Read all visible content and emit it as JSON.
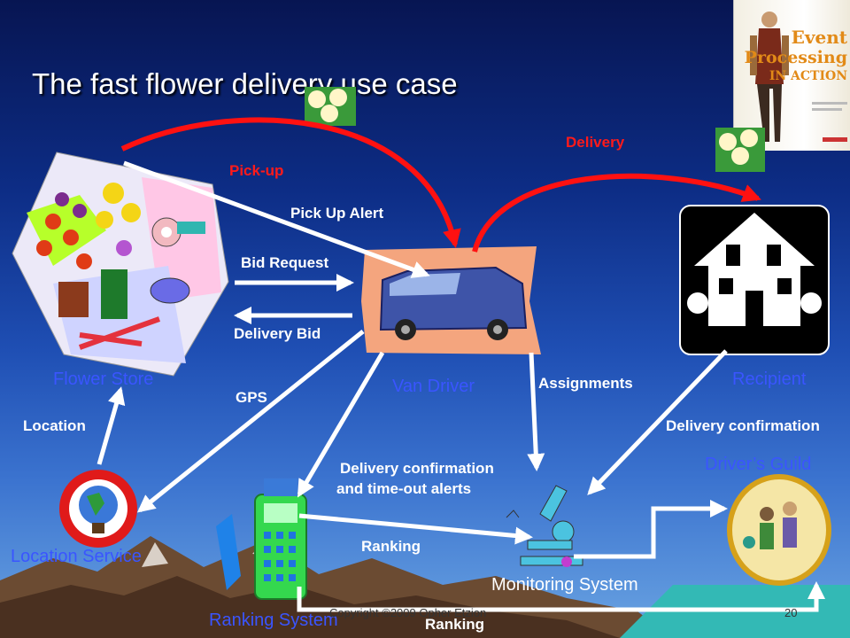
{
  "title": "The fast flower delivery use case",
  "book": {
    "line1": "Event",
    "line2": "Processing",
    "line3": "IN ACTION"
  },
  "entities": {
    "flower_store": "Flower Store",
    "van_driver": "Van Driver",
    "recipient": "Recipient",
    "location_service": "Location Service",
    "ranking_system": "Ranking System",
    "monitoring_system": "Monitoring System",
    "drivers_guild": "Driver’s Guild"
  },
  "flows": {
    "pickup": "Pick-up",
    "delivery": "Delivery",
    "pickup_alert": "Pick Up Alert",
    "bid_request": "Bid Request",
    "delivery_bid": "Delivery Bid",
    "gps": "GPS",
    "assignments": "Assignments",
    "location": "Location",
    "delivery_confirmation": "Delivery confirmation",
    "confirm_timeout_1": "Delivery confirmation",
    "confirm_timeout_2": "and time-out alerts",
    "ranking": "Ranking",
    "ranking_bottom": "Ranking"
  },
  "footer": {
    "copyright": "Copyright ©2009 Opher Etzion",
    "page": "20"
  },
  "colors": {
    "primary_flow": "#ff1111",
    "entity_label": "#3a55ff",
    "flow_label": "#ffffff"
  }
}
